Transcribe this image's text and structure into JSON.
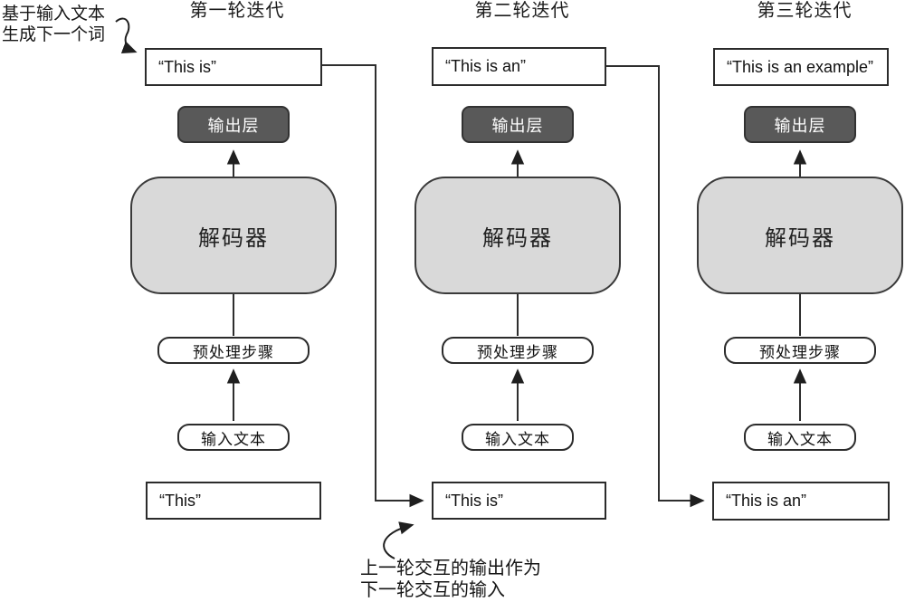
{
  "annotations": {
    "generate_next_word": {
      "line1": "基于输入文本",
      "line2": "生成下一个词"
    },
    "feed_output_as_input": {
      "line1": "上一轮交互的输出作为",
      "line2": "下一轮交互的输入"
    }
  },
  "columns": [
    {
      "header": "第一轮迭代",
      "output_text": "“This is”",
      "output_layer": "输出层",
      "decoder": "解码器",
      "preprocess": "预处理步骤",
      "input_label": "输入文本",
      "input_text": "“This”"
    },
    {
      "header": "第二轮迭代",
      "output_text": "“This is an”",
      "output_layer": "输出层",
      "decoder": "解码器",
      "preprocess": "预处理步骤",
      "input_label": "输入文本",
      "input_text": "“This is”"
    },
    {
      "header": "第三轮迭代",
      "output_text": "“This is an example”",
      "output_layer": "输出层",
      "decoder": "解码器",
      "preprocess": "预处理步骤",
      "input_label": "输入文本",
      "input_text": "“This is an”"
    }
  ],
  "colors": {
    "background": "#ffffff",
    "decoder_fill": "#d9d9d9",
    "output_layer_fill": "#595959",
    "output_layer_text": "#ffffff",
    "box_border": "#2b2b2b",
    "line": "#2e2e2e"
  }
}
